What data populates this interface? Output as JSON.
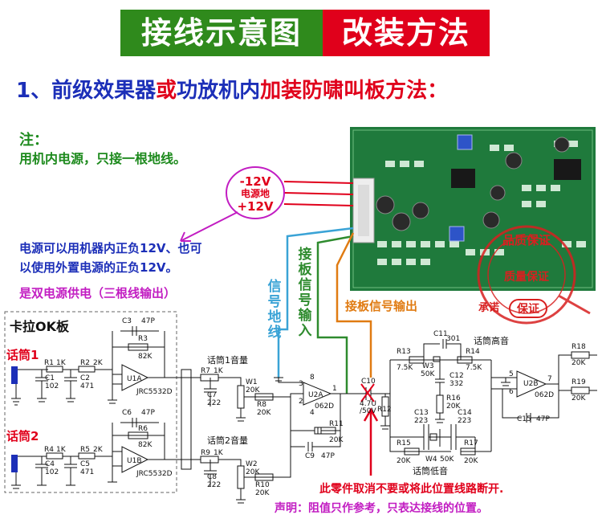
{
  "banner": {
    "left": "接线示意图",
    "right": "改装方法"
  },
  "heading": {
    "part1": "1、前级效果器",
    "part2": "或",
    "part3": "功放机内",
    "part4": "加装防啸叫板方法："
  },
  "note": {
    "title": "注：",
    "line": "用机内电源，只接一根地线。"
  },
  "power_bubble": {
    "minus": "-12V",
    "gnd": "电源地",
    "plus": "+12V"
  },
  "info": {
    "line1": "电源可以用机器内正负12V、也可",
    "line2": "以使用外置电源的正负12V。",
    "line3": "是双电源供电（三根线输出）"
  },
  "labels": {
    "signal_ground": "信号地线",
    "board_input": "接板信号输入",
    "board_output": "接板信号输出"
  },
  "stamp": {
    "top": "品质保证",
    "left": "承诺",
    "middle": "质量保证",
    "bottom": "保证"
  },
  "schematic": {
    "board_title": "卡拉OK板",
    "mic1": "话筒1",
    "mic2": "话筒2",
    "mic1_vol": "话筒1音量",
    "mic2_vol": "话筒2音量",
    "treble": "话筒高音",
    "bass": "话筒低音",
    "opamp_u1a": "U1A",
    "opamp_u1b": "U1B",
    "jrc": "JRC5532D",
    "opamp_u2a": "U2A",
    "opamp_u2b": "U2B",
    "ic062": "062D",
    "comp": {
      "r1": "R1",
      "r1v": "1K",
      "c1": "C1",
      "c1v": "102",
      "r2": "R2",
      "r2v": "2K",
      "c2": "C2",
      "c2v": "471",
      "c3": "C3",
      "c3v": "47P",
      "r3": "R3",
      "r3v": "82K",
      "r4": "R4",
      "r4v": "1K",
      "c4": "C4",
      "c4v": "102",
      "r5": "R5",
      "r5v": "2K",
      "c5": "C5",
      "c5v": "471",
      "c6": "C6",
      "c6v": "47P",
      "r6": "R6",
      "r6v": "82K",
      "r7": "R7",
      "r7v": "1K",
      "c7": "C7",
      "c7v": "222",
      "w1": "W1",
      "w1v": "20K",
      "r8": "R8",
      "r8v": "20K",
      "r9": "R9",
      "r9v": "1K",
      "c8": "C8",
      "c8v": "222",
      "w2": "W2",
      "w2v": "20K",
      "r10": "R10",
      "r10v": "20K",
      "r11": "R11",
      "r11v": "20K",
      "c9": "C9",
      "c9v": "47P",
      "c10": "C10",
      "c10v": "4.7U",
      "c10v2": "/50V",
      "r12": "R12",
      "c11": "C11",
      "c11v": "301",
      "r13": "R13",
      "r13v": "7.5K",
      "r14": "R14",
      "r14v": "7.5K",
      "w3": "W3",
      "w3v": "50K",
      "c12": "C12",
      "c12v": "332",
      "r16": "R16",
      "r16v": "20K",
      "c13": "C13",
      "c13v": "223",
      "c14": "C14",
      "c14v": "223",
      "w4": "W4",
      "w4v": "50K",
      "r15": "R15",
      "r15v": "20K",
      "r17": "R17",
      "r17v": "20K",
      "r18": "R18",
      "r18v": "20K",
      "r19": "R19",
      "r19v": "20K",
      "c15": "C15",
      "c15v": "47P"
    },
    "pins": {
      "p1": "1",
      "p2": "2",
      "p3": "3",
      "p4": "4",
      "p5": "5",
      "p6": "6",
      "p7": "7",
      "p8": "8"
    }
  },
  "remove_note": "此零件取消不要或将此位置线路断开.",
  "disclaimer": "声明：阻值只作参考，只表达接线的位置。",
  "colors": {
    "banner_green": "#2f8a1c",
    "banner_red": "#e0001b",
    "pcb": "#1f7a3c",
    "wire_red": "#e0001b",
    "wire_blue": "#3aa3d6",
    "wire_green": "#2e8b2e",
    "wire_orange": "#e07b12"
  }
}
